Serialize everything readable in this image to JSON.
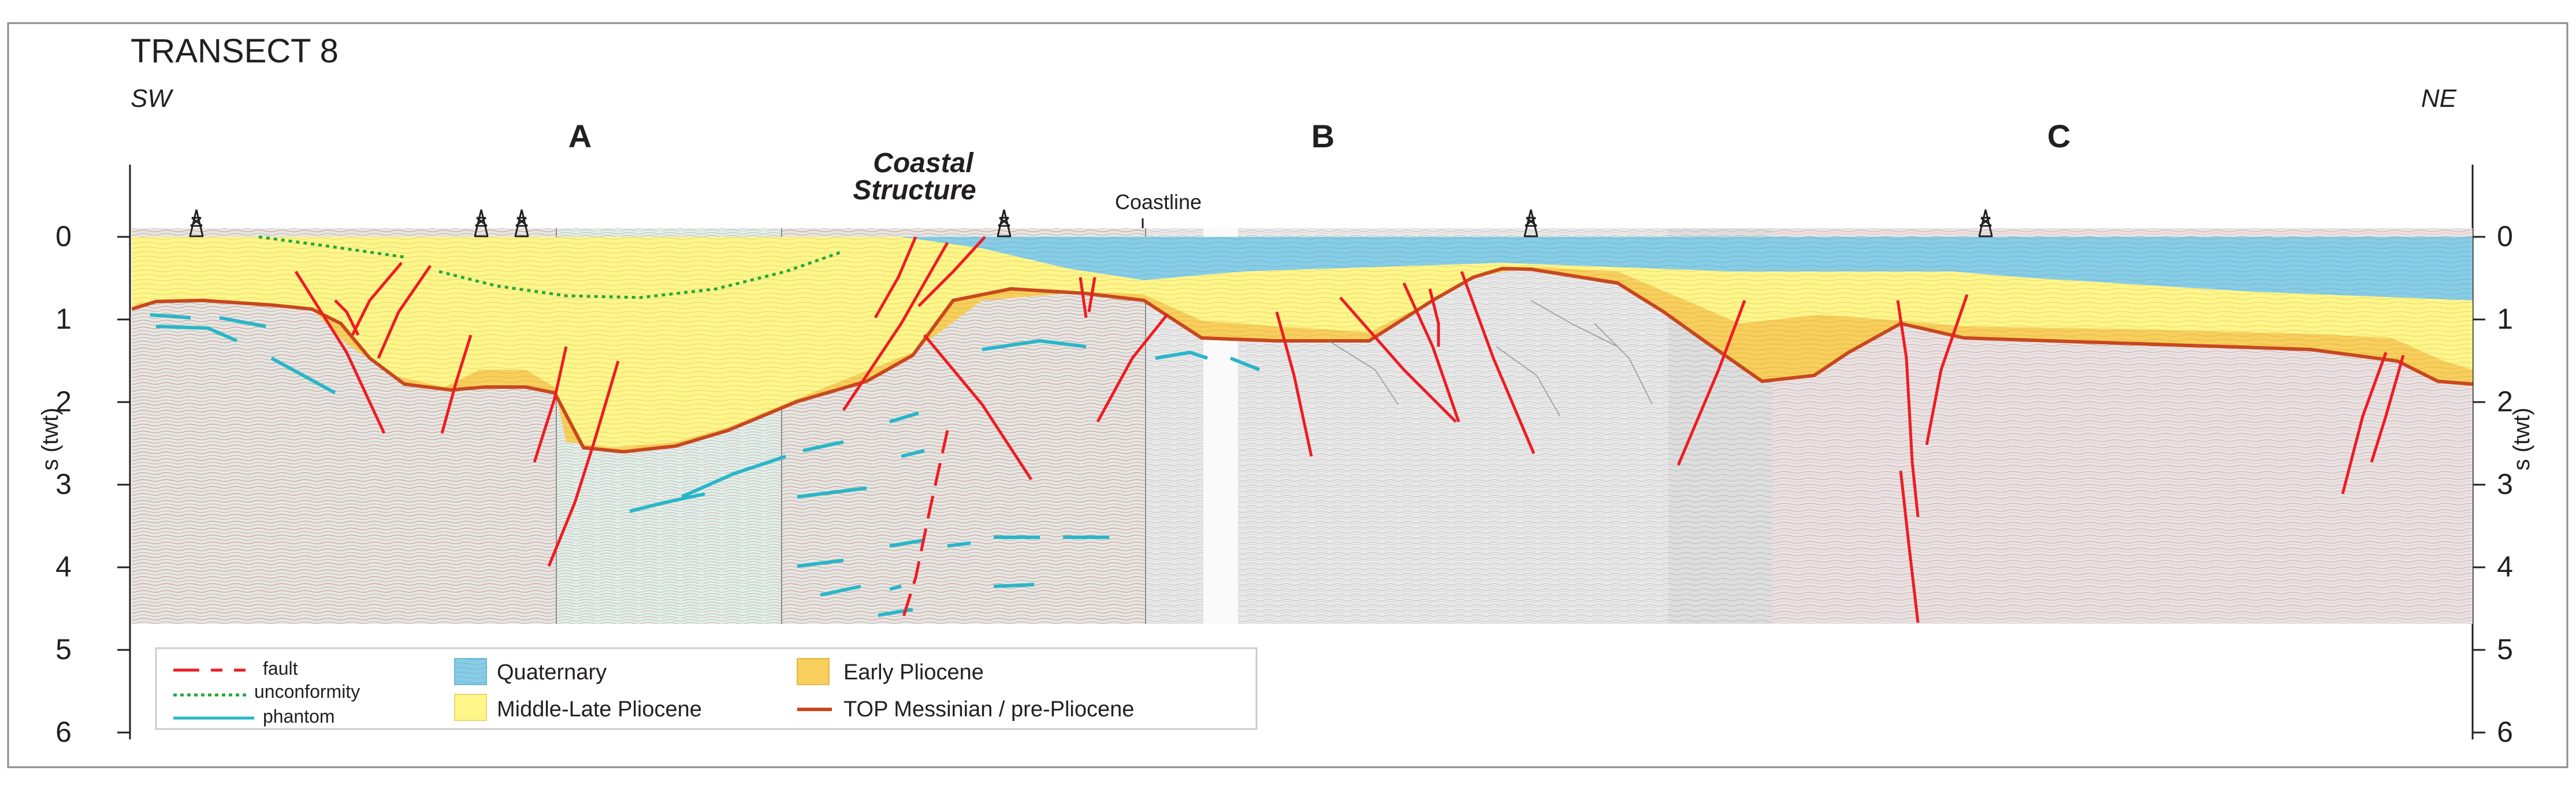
{
  "title": "TRANSECT 8",
  "direction": {
    "left": "SW",
    "right": "NE"
  },
  "sections": [
    "A",
    "B",
    "C"
  ],
  "structure_label": [
    "Coastal",
    "Structure"
  ],
  "coastline_label": "Coastline",
  "axis": {
    "label": "s (twt)",
    "ticks": [
      "0",
      "1",
      "2",
      "3",
      "4",
      "5",
      "6"
    ]
  },
  "legend": {
    "fault": "fault",
    "unconformity": "unconformity",
    "phantom": "phantom",
    "quaternary": "Quaternary",
    "middle_late_pliocene": "Middle-Late Pliocene",
    "early_pliocene": "Early Pliocene",
    "top_messinian": "TOP Messinian / pre-Pliocene"
  },
  "colors": {
    "quaternary": "#88cde6",
    "middle_late_pliocene": "#fff68a",
    "early_pliocene": "#f8cf5c",
    "top_messinian": "#c8481e",
    "fault": "#ee1c24",
    "unconformity": "#22a83a",
    "phantom": "#29b6c8"
  }
}
